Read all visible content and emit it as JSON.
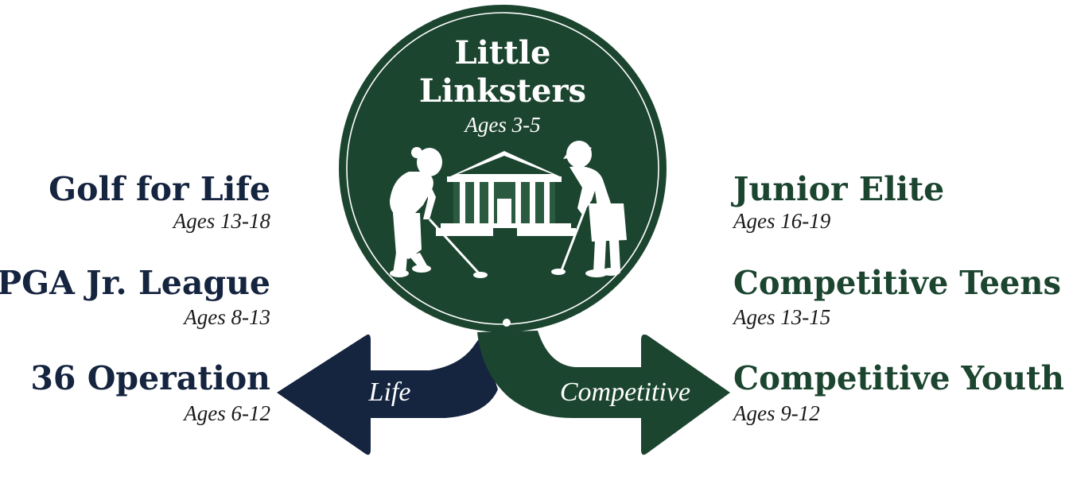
{
  "colors": {
    "green": "#1c4530",
    "navy": "#15243f",
    "white": "#ffffff"
  },
  "center": {
    "title_line1": "Little",
    "title_line2": "Linksters",
    "age": "Ages 3-5"
  },
  "arrows": {
    "left_label": "Life",
    "right_label": "Competitive"
  },
  "life_programs": [
    {
      "name": "Golf for Life",
      "age": "Ages 13-18"
    },
    {
      "name": "PGA Jr. League",
      "age": "Ages 8-13"
    },
    {
      "name": "36 Operation",
      "age": "Ages 6-12"
    }
  ],
  "competitive_programs": [
    {
      "name": "Junior Elite",
      "age": "Ages 16-19"
    },
    {
      "name": "Competitive Teens",
      "age": "Ages 13-15"
    },
    {
      "name": "Competitive Youth",
      "age": "Ages 9-12"
    }
  ]
}
